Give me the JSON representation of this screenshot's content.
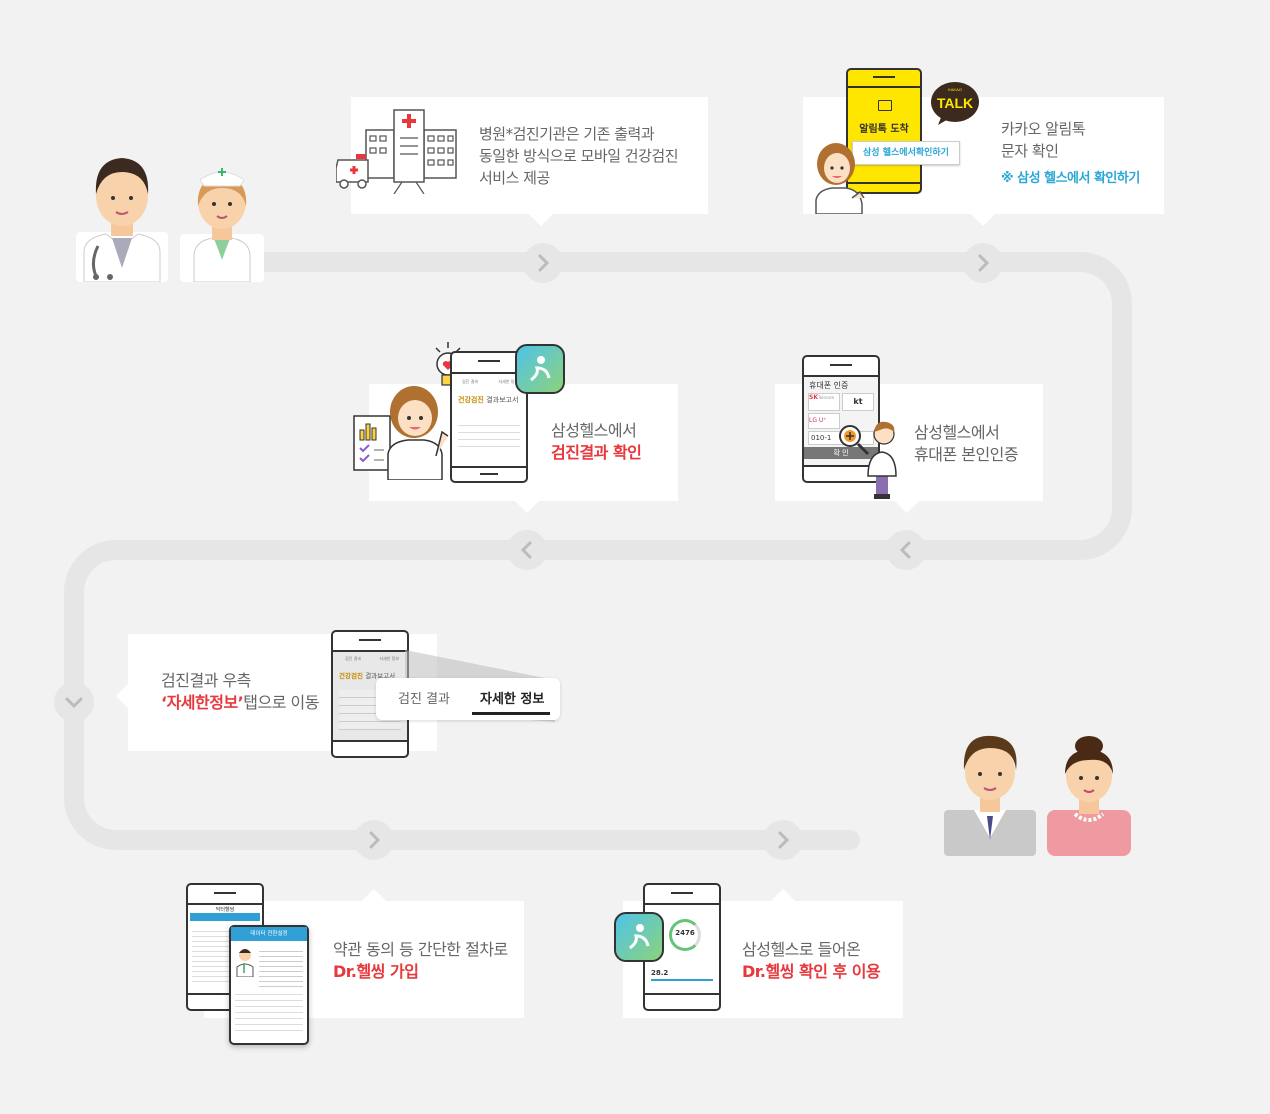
{
  "steps": {
    "s1": {
      "line1": "병원*검진기관은 기존 출력과",
      "line2": "동일한 방식으로 모바일 건강검진",
      "line3": "서비스 제공"
    },
    "s2": {
      "line1": "카카오 알림톡",
      "line2": "문자 확인",
      "note": "※ 삼성 헬스에서 확인하기",
      "phone_title": "알림톡 도착",
      "phone_button": "삼성 헬스에서확인하기",
      "talk_top": "KAKAO",
      "talk": "TALK"
    },
    "s3": {
      "line1": "삼성헬스에서",
      "line2": "검진결과 확인",
      "report_tab1": "검진 결과",
      "report_tab2": "자세한 정보",
      "report_title": "건강검진",
      "report_title2": "결과보고서"
    },
    "s4": {
      "line1": "삼성헬스에서",
      "line2": "휴대폰 본인인증",
      "phone_title": "휴대폰 인증",
      "sk": "SK",
      "sk_sub": "Telecom",
      "kt": "kt",
      "lgu": "LG U⁺",
      "num": "010-1",
      "confirm": "확 인"
    },
    "s5": {
      "line1": "검진결과 우측",
      "line2_red": "‘자세한정보’",
      "line2_rest": "탭으로 이동",
      "tab1": "검진 결과",
      "tab2": "자세한 정보",
      "report_title": "건강검진",
      "report_title2": "결과보고서"
    },
    "s6": {
      "line1": "약관 동의 등 간단한 절차로",
      "line2": "Dr.헬씽 가입",
      "phone_title": "닥터헬씽",
      "card_title": "데이터 전환설정"
    },
    "s7": {
      "line1": "삼성헬스로 들어온",
      "line2": "Dr.헬씽 확인 후 이용",
      "steps_num": "2476",
      "stat_num": "28.2"
    }
  },
  "colors": {
    "track": "#e6e6e6",
    "accent_red": "#e8383d",
    "note_blue": "#2aa7d6",
    "kakao_yellow": "#ffe600",
    "background": "#f2f2f2"
  },
  "icons": [
    "chevron-right-icon",
    "chevron-left-icon",
    "chevron-down-icon",
    "hospital-icon",
    "ambulance-icon",
    "kakao-talk-icon",
    "samsung-health-icon",
    "doctor-icon",
    "nurse-icon",
    "businessman-icon",
    "businesswoman-icon"
  ]
}
